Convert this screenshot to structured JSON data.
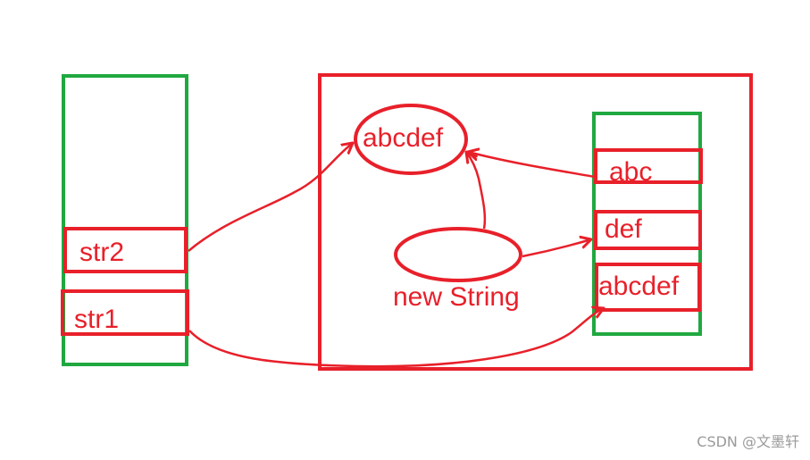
{
  "colors": {
    "stack": "#20a840",
    "heap": "#e8202a",
    "text": "#e8202a",
    "watermark": "#9a9a9a"
  },
  "stack": {
    "vars": [
      "str2",
      "str1"
    ]
  },
  "heap": {
    "string_object": "abcdef",
    "new_object_label": "new String",
    "constant_pool": [
      "abc",
      "def",
      "abcdef"
    ]
  },
  "watermark": "CSDN @文墨轩"
}
